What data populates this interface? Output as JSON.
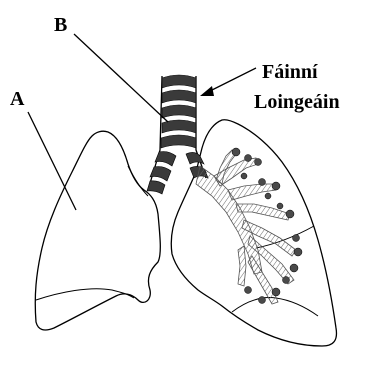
{
  "labels": {
    "a": "A",
    "b": "B",
    "rings_line1": "Fáinní",
    "rings_line2": "Loingeáin"
  },
  "colors": {
    "line": "#000000",
    "cartilage": "#3a3a3a",
    "bronchi": "#555555"
  }
}
